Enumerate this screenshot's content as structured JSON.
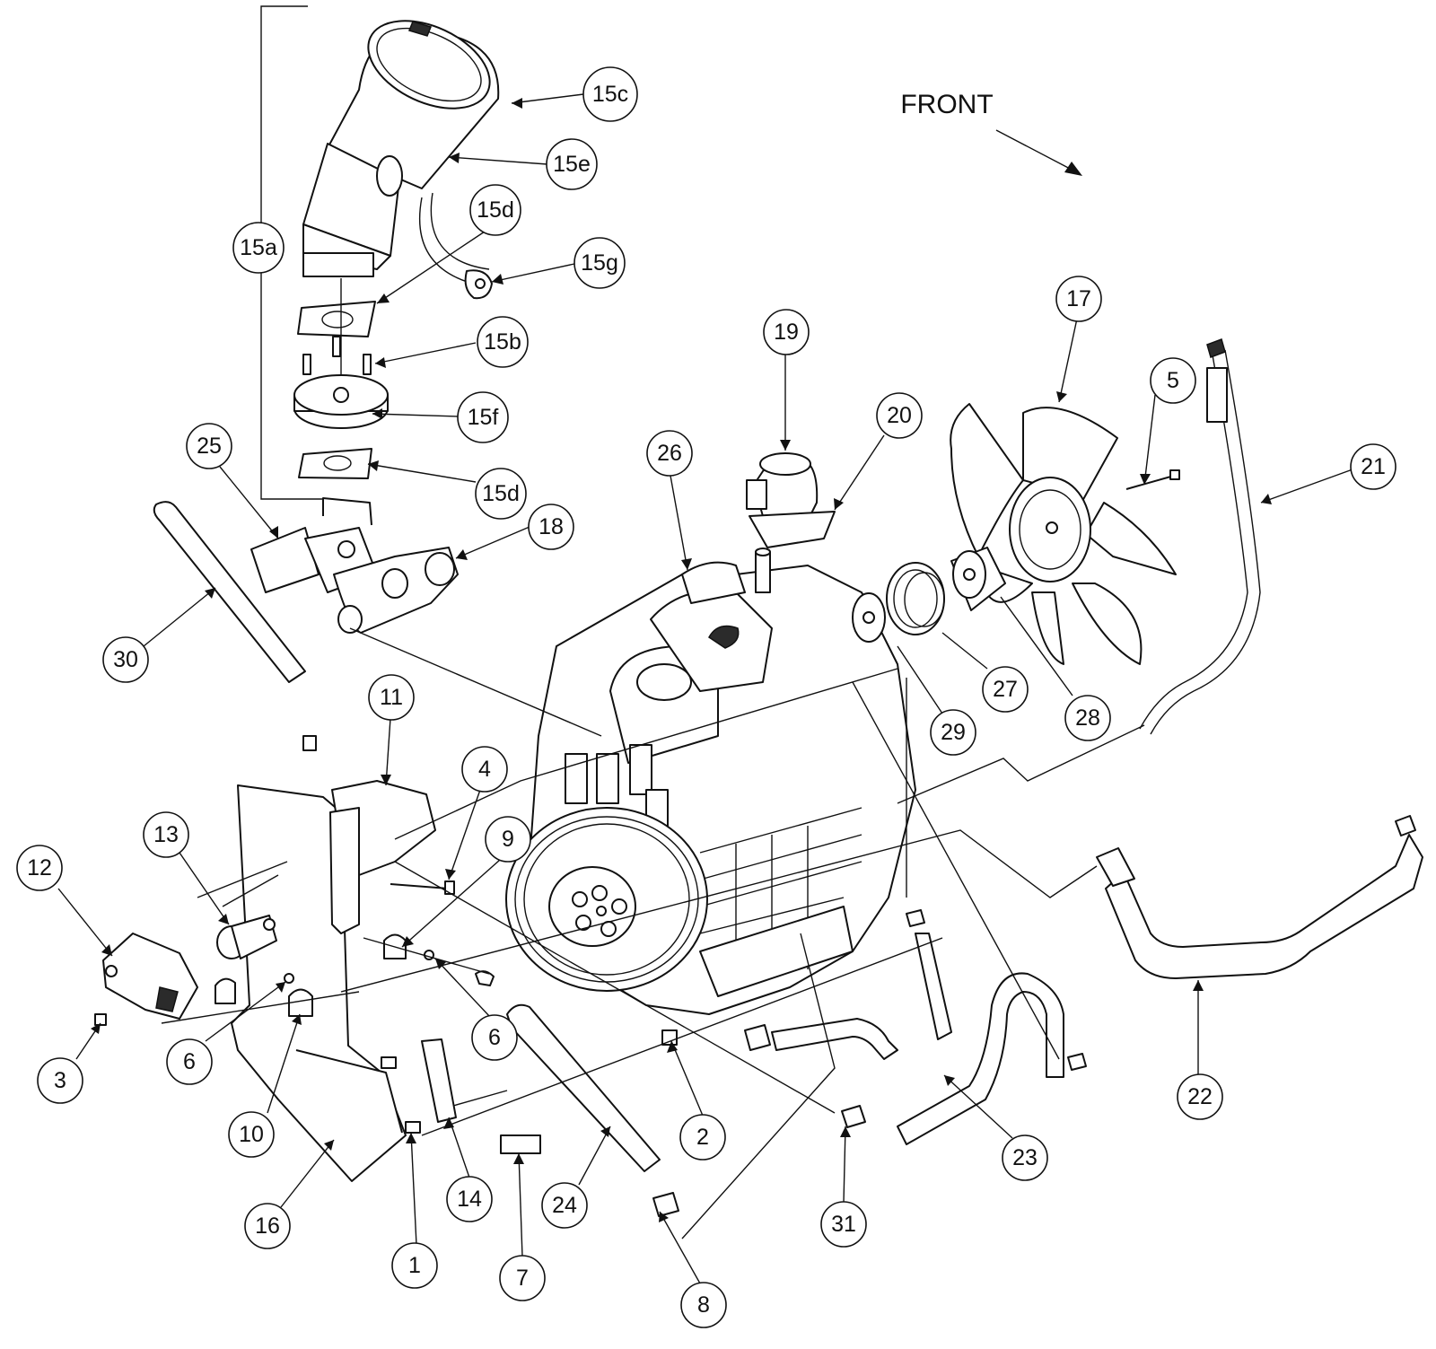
{
  "diagram": {
    "orientation_label": "FRONT",
    "callouts": [
      {
        "id": "15c",
        "label": "15c"
      },
      {
        "id": "15e",
        "label": "15e"
      },
      {
        "id": "15d-top",
        "label": "15d"
      },
      {
        "id": "15g",
        "label": "15g"
      },
      {
        "id": "15a",
        "label": "15a"
      },
      {
        "id": "15b",
        "label": "15b"
      },
      {
        "id": "15f",
        "label": "15f"
      },
      {
        "id": "15d-bottom",
        "label": "15d"
      },
      {
        "id": "25",
        "label": "25"
      },
      {
        "id": "18",
        "label": "18"
      },
      {
        "id": "30",
        "label": "30"
      },
      {
        "id": "19",
        "label": "19"
      },
      {
        "id": "20",
        "label": "20"
      },
      {
        "id": "26",
        "label": "26"
      },
      {
        "id": "17",
        "label": "17"
      },
      {
        "id": "5",
        "label": "5"
      },
      {
        "id": "21",
        "label": "21"
      },
      {
        "id": "27",
        "label": "27"
      },
      {
        "id": "28",
        "label": "28"
      },
      {
        "id": "29",
        "label": "29"
      },
      {
        "id": "11",
        "label": "11"
      },
      {
        "id": "4",
        "label": "4"
      },
      {
        "id": "9",
        "label": "9"
      },
      {
        "id": "13",
        "label": "13"
      },
      {
        "id": "12",
        "label": "12"
      },
      {
        "id": "6-left",
        "label": "6"
      },
      {
        "id": "6-right",
        "label": "6"
      },
      {
        "id": "3",
        "label": "3"
      },
      {
        "id": "10",
        "label": "10"
      },
      {
        "id": "16",
        "label": "16"
      },
      {
        "id": "1",
        "label": "1"
      },
      {
        "id": "14",
        "label": "14"
      },
      {
        "id": "7",
        "label": "7"
      },
      {
        "id": "24",
        "label": "24"
      },
      {
        "id": "8",
        "label": "8"
      },
      {
        "id": "2",
        "label": "2"
      },
      {
        "id": "31",
        "label": "31"
      },
      {
        "id": "23",
        "label": "23"
      },
      {
        "id": "22",
        "label": "22"
      }
    ]
  }
}
